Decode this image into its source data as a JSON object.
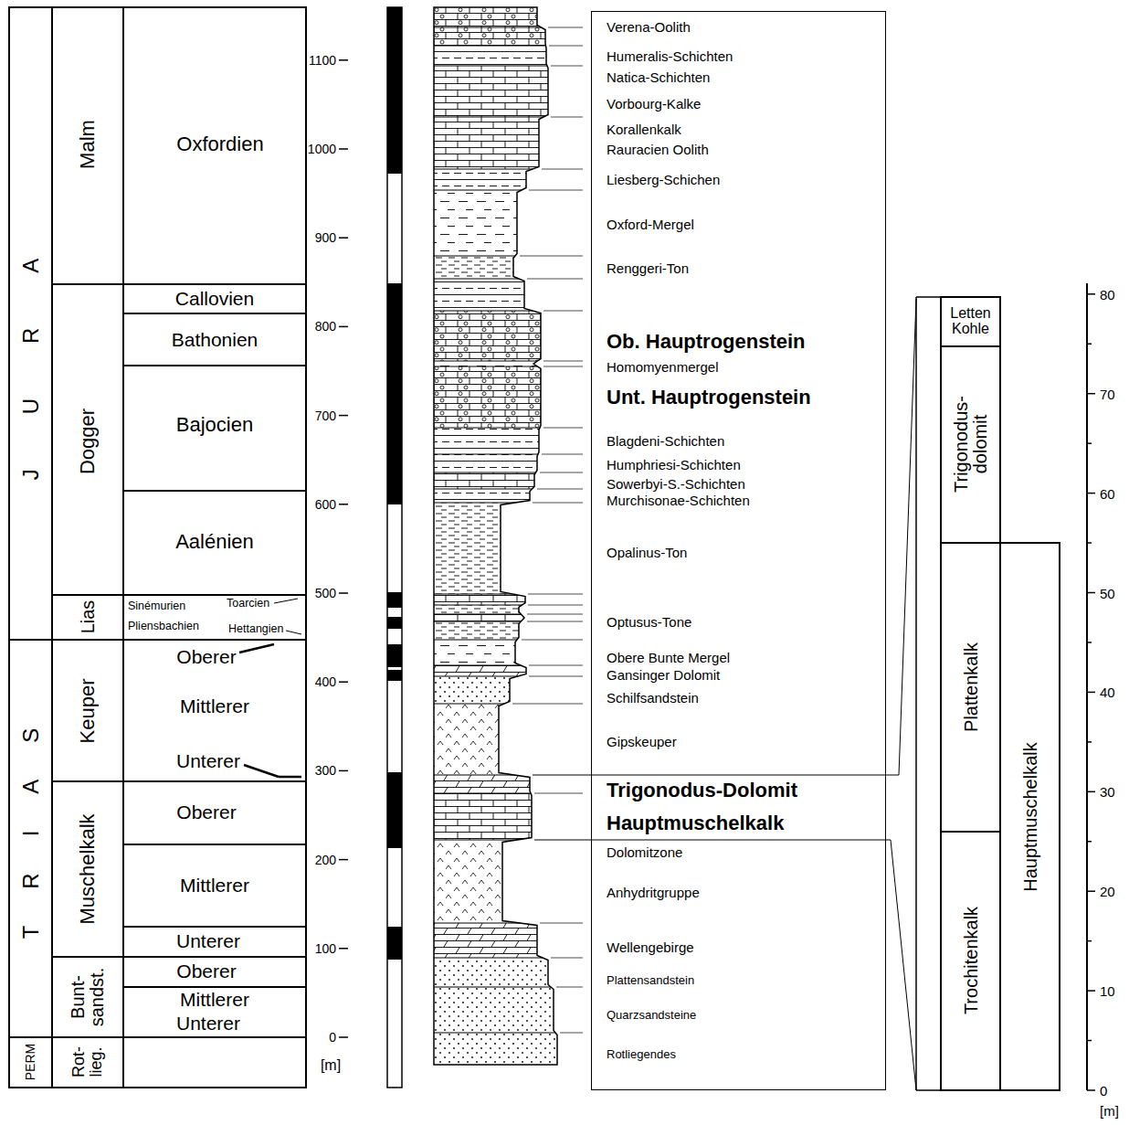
{
  "diagram": {
    "nodes": [
      {
        "text": [
          "JURA"
        ]
      },
      {
        "text": [
          "Malm"
        ]
      },
      {
        "text": [
          "Oxfordien"
        ]
      },
      {
        "text": [
          "Dogger"
        ]
      },
      {
        "text": [
          "Callovien"
        ]
      },
      {
        "text": [
          "Bathonien"
        ]
      },
      {
        "text": [
          "Bajocien"
        ]
      },
      {
        "text": [
          "Aalénien"
        ]
      },
      {
        "text": [
          "Lias"
        ]
      },
      {
        "text": [
          "Sinémurien",
          "Toarcien",
          "Pliensbachien",
          "Hettangien"
        ]
      },
      {
        "text": [
          "TRIAS"
        ]
      },
      {
        "text": [
          "Keuper"
        ]
      },
      {
        "text": [
          "Oberer",
          "Mittlerer",
          "Unterer"
        ]
      },
      {
        "text": [
          "Muschelkalk"
        ]
      },
      {
        "text": [
          "Oberer"
        ]
      },
      {
        "text": [
          "Mittlerer"
        ]
      },
      {
        "text": [
          "Unterer"
        ]
      },
      {
        "text": [
          "Bunt- sandst."
        ]
      },
      {
        "text": [
          "Oberer"
        ]
      },
      {
        "text": [
          "Mittlerer",
          "Unterer"
        ]
      },
      {
        "text": [
          "PERM"
        ]
      },
      {
        "text": [
          "Rot- lieg."
        ]
      },
      {
        "text": [
          "Verena-Oolith",
          "Humeralis-Schichten",
          "Natica-Schichten",
          "Vorbourg-Kalke",
          "Korallenkalk",
          "Rauracien Oolith",
          "Liesberg-Schichen",
          "Oxford-Mergel",
          "Renggeri-Ton",
          "Ob. Hauptrogenstein",
          "Homomyenmergel",
          "Unt. Hauptrogenstein",
          "Blagdeni-Schichten",
          "Humphriesi-Schichten",
          "Sowerbyi-S.-Schichten",
          "Murchisonae-Schichten",
          "Opalinus-Ton",
          "Optusus-Tone",
          "Obere Bunte Mergel",
          "Gansinger Dolomit",
          "Schilfsandstein",
          "Gipskeuper",
          "Trigonodus-Dolomit",
          "Hauptmuschelkalk",
          "Dolomitzone",
          "Anhydritgruppe",
          "Wellengebirge",
          "Plattensandstein",
          "Quarzsandsteine",
          "Rotliegendes"
        ]
      },
      {
        "text": [
          "Letten Kohle"
        ]
      },
      {
        "text": [
          "Trigonodus- dolomit"
        ]
      },
      {
        "text": [
          "Plattenkalk"
        ]
      },
      {
        "text": [
          "Trochitenkalk"
        ]
      },
      {
        "text": [
          "Hauptmuschelkalk"
        ]
      }
    ],
    "labels": [
      "1100",
      "1000",
      "900",
      "800",
      "700",
      "600",
      "500",
      "400",
      "300",
      "200",
      "100",
      "0",
      "[m]",
      "80",
      "70",
      "60",
      "50",
      "40",
      "30",
      "20",
      "10",
      "0",
      "[m]"
    ]
  }
}
